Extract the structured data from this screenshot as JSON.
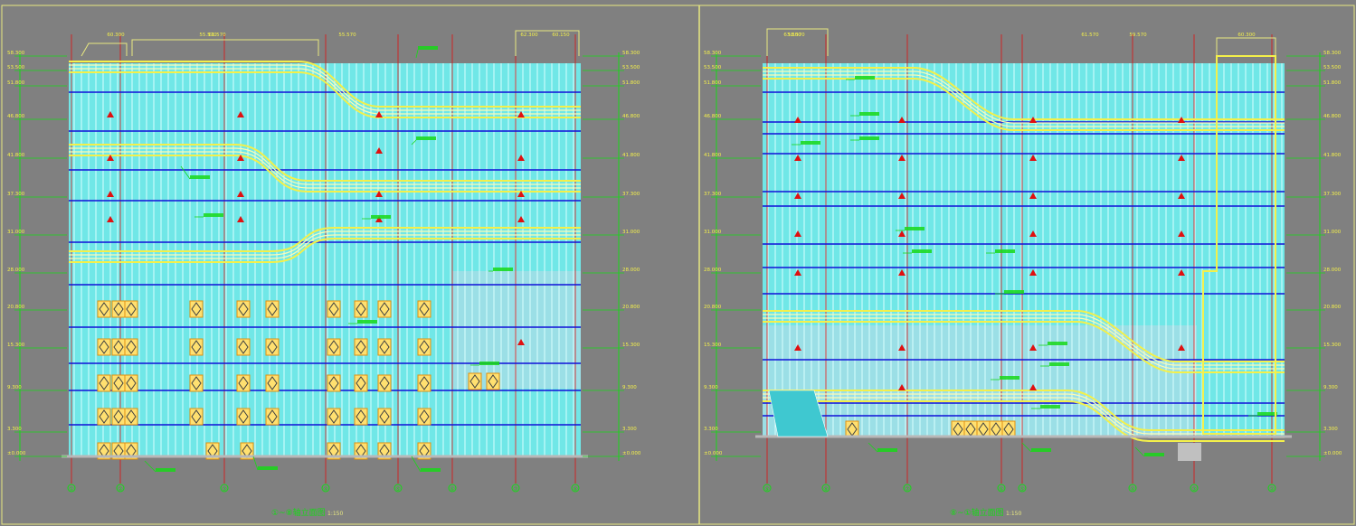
{
  "palette": {
    "background": "#808080",
    "frame": "#e8e880",
    "cyan": "#6ef2f2",
    "cyan_dark": "#3fc8d0",
    "yellow": "#f4f04a",
    "yellow_light": "#fffbb0",
    "blue": "#1010d8",
    "red": "#e01010",
    "green": "#18d818",
    "grey": "#b8b8b8",
    "orange": "#e09010"
  },
  "left_sheet": {
    "title": "①~⑧轴立面图",
    "scale": "1:150",
    "top_dims": [
      "61.570",
      "60.300",
      "55.570",
      "55.570",
      "62.300",
      "60.150"
    ],
    "left_levels": [
      "58.300",
      "53.500",
      "51.800",
      "46.800",
      "41.800",
      "37.300",
      "31.000",
      "28.000",
      "20.800",
      "15.300",
      "9.300",
      "3.300",
      "±0.000"
    ],
    "right_levels": [
      "58.300",
      "53.500",
      "51.800",
      "46.800",
      "41.800",
      "37.300",
      "31.000",
      "28.000",
      "20.800",
      "15.300",
      "9.300",
      "3.300",
      "±0.000"
    ],
    "axis_marks": [
      "①",
      "②",
      "③",
      "④",
      "⑤",
      "⑥",
      "⑦",
      "⑧",
      "⑨"
    ]
  },
  "right_sheet": {
    "title": "⑧~①轴立面图",
    "scale": "1:150",
    "top_dims": [
      "63.300",
      "61.570",
      "58.570",
      "60.300",
      "59.570"
    ],
    "left_levels": [
      "58.300",
      "53.500",
      "51.800",
      "46.800",
      "41.800",
      "37.300",
      "31.000",
      "28.000",
      "20.800",
      "15.300",
      "9.300",
      "3.300",
      "±0.000"
    ],
    "right_levels": [
      "58.300",
      "53.500",
      "51.800",
      "46.800",
      "41.800",
      "37.300",
      "31.000",
      "28.000",
      "20.800",
      "15.300",
      "9.300",
      "3.300",
      "±0.000"
    ],
    "axis_marks": [
      "⑨",
      "⑧",
      "⑦",
      "⑥",
      "⑤",
      "④",
      "③",
      "②",
      "①"
    ]
  }
}
